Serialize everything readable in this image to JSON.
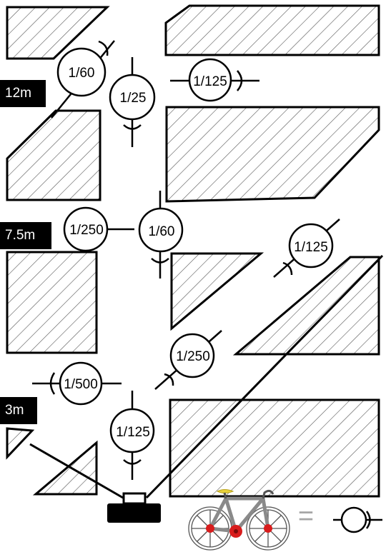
{
  "distance_labels": {
    "far": "12m",
    "mid": "7.5m",
    "near": "3m"
  },
  "cameras": [
    {
      "id": "cam-a",
      "shutter": "1/60"
    },
    {
      "id": "cam-b",
      "shutter": "1/25"
    },
    {
      "id": "cam-c",
      "shutter": "1/125"
    },
    {
      "id": "cam-d",
      "shutter": "1/250"
    },
    {
      "id": "cam-e",
      "shutter": "1/60"
    },
    {
      "id": "cam-f",
      "shutter": "1/125"
    },
    {
      "id": "cam-g",
      "shutter": "1/250"
    },
    {
      "id": "cam-h",
      "shutter": "1/500"
    },
    {
      "id": "cam-i",
      "shutter": "1/125"
    }
  ],
  "legend": {
    "equals": "=",
    "subject_icon": "bicycle-icon",
    "symbol_icon": "camera-symbol-icon",
    "colors": {
      "frame": "#8a8a8a",
      "wheels": "#d81c1c",
      "saddle": "#e8d23a"
    }
  }
}
